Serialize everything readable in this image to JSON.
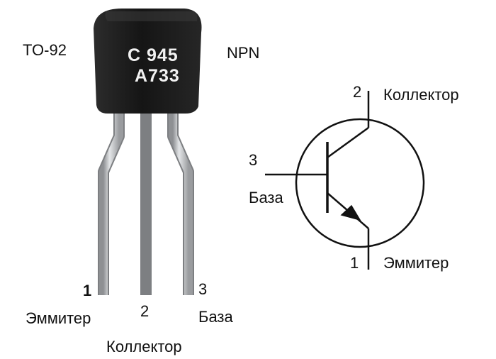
{
  "package": {
    "type": "TO-92",
    "marking_line1": "C 945",
    "marking_line2": "A733"
  },
  "polarity": "NPN",
  "pins": {
    "emitter": {
      "number": "1",
      "name": "Эммитер"
    },
    "collector": {
      "number": "2",
      "name": "Коллектор"
    },
    "base": {
      "number": "3",
      "name": "База"
    }
  },
  "colors": {
    "body": "#1a1a1a",
    "lead": "#b9bbbd",
    "line": "#111111"
  }
}
